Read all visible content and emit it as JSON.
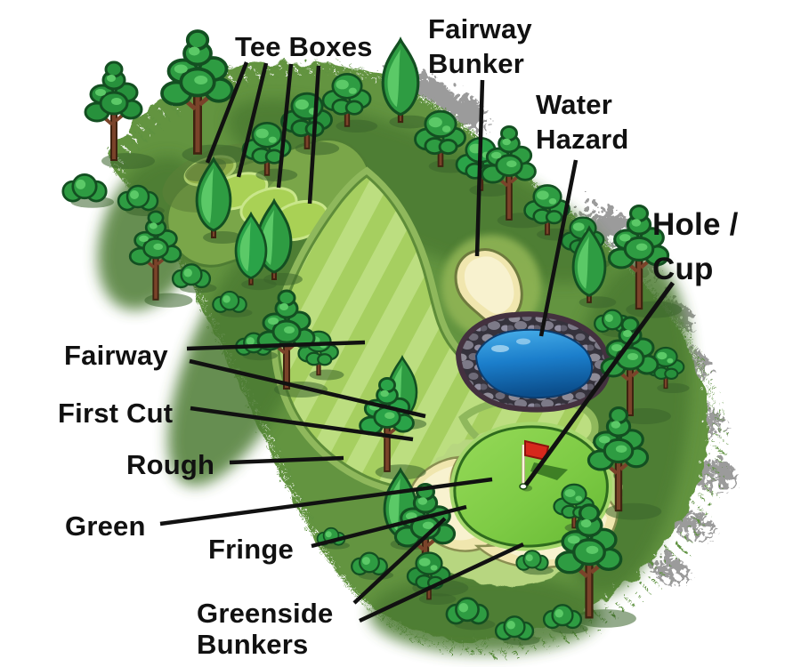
{
  "figure": {
    "type": "golf-hole-anatomy-diagram",
    "background": "#ffffff",
    "labels": {
      "tee_boxes": {
        "text": "Tee Boxes"
      },
      "fairway_bunker": {
        "line1": "Fairway",
        "line2": "Bunker"
      },
      "water_hazard": {
        "line1": "Water",
        "line2": "Hazard"
      },
      "hole_cup": {
        "line1": "Hole /",
        "line2": "Cup"
      },
      "fairway": {
        "text": "Fairway"
      },
      "first_cut": {
        "text": "First Cut"
      },
      "rough": {
        "text": "Rough"
      },
      "green": {
        "text": "Green"
      },
      "fringe": {
        "text": "Fringe"
      },
      "greenside_bunkers": {
        "line1": "Greenside",
        "line2": "Bunkers"
      }
    },
    "colors": {
      "label_text": "#111111",
      "callout_line": "#111111",
      "course_green": "#639440",
      "rough_dark": "#4c7a31",
      "fairway_stripe_light": "#bcde80",
      "fairway_stripe_dark": "#a6cf60",
      "first_cut_band": "#8fb85c",
      "tee_box_green": "#a9d155",
      "green_surface": "#7ecb45",
      "fringe_band": "#a6d86d",
      "pale_surround": "#b7d680",
      "sand": "#f0e6ae",
      "sand_highlight": "#f8f2cf",
      "water_blue": "#1b7ecb",
      "water_deep": "#0b4e8c",
      "rock_gray": "#7d7a88",
      "tree_green": "#2e9c42",
      "trunk_brown": "#7a432a",
      "flag_red": "#d6281c",
      "cloud_shadow_gray": "#9b9b9b"
    }
  }
}
